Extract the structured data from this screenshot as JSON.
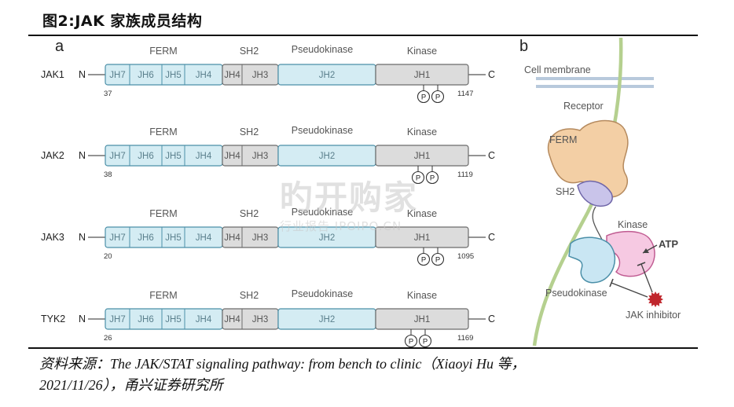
{
  "title": "图2:JAK 家族成员结构",
  "panel_a_label": "a",
  "panel_b_label": "b",
  "domain_headers": {
    "ferm": "FERM",
    "sh2": "SH2",
    "pseudokinase": "Pseudokinase",
    "kinase": "Kinase"
  },
  "terminals": {
    "n": "N",
    "c": "C"
  },
  "phospho_label": "P",
  "proteins": [
    {
      "name": "JAK1",
      "start": "37",
      "end": "1147",
      "segments": [
        "JH7",
        "JH6",
        "JH5",
        "JH4",
        "JH4",
        "JH3",
        "JH2",
        "JH1"
      ]
    },
    {
      "name": "JAK2",
      "start": "38",
      "end": "1119",
      "segments": [
        "JH7",
        "JH6",
        "JH5",
        "JH4",
        "JH4",
        "JH3",
        "JH2",
        "JH1"
      ]
    },
    {
      "name": "JAK3",
      "start": "20",
      "end": "1095",
      "segments": [
        "JH7",
        "JH6",
        "JH5",
        "JH4",
        "JH4",
        "JH3",
        "JH2",
        "JH1"
      ]
    },
    {
      "name": "TYK2",
      "start": "26",
      "end": "1169",
      "segments": [
        "JH7",
        "JH6",
        "JH5",
        "JH4",
        "JH4",
        "JH3",
        "JH2",
        "JH1"
      ]
    }
  ],
  "panel_b": {
    "cell_membrane": "Cell membrane",
    "receptor": "Receptor",
    "ferm": "FERM",
    "sh2": "SH2",
    "kinase": "Kinase",
    "atp": "ATP",
    "pseudokinase": "Pseudokinase",
    "jak_inhibitor": "JAK inhibitor"
  },
  "watermark": {
    "main": "旳开购家",
    "sub": "行业报告 IPOIPO.CN"
  },
  "source_line1": "资料来源：The JAK/STAT signaling pathway: from bench to clinic（Xiaoyi Hu 等，",
  "source_line2": "2021/11/26），甬兴证券研究所",
  "colors": {
    "blue_fill": "#d4ecf3",
    "blue_stroke": "#4b8fa8",
    "gray_fill": "#dcdcdc",
    "gray_stroke": "#6b6b6b",
    "ferm_shape": "#f3cfa5",
    "sh2_shape": "#c9c4ea",
    "kinase_shape": "#f6c9e2",
    "pseudo_shape": "#c9e6f3",
    "receptor": "#a9c98a",
    "inhibitor": "#c0272d"
  }
}
